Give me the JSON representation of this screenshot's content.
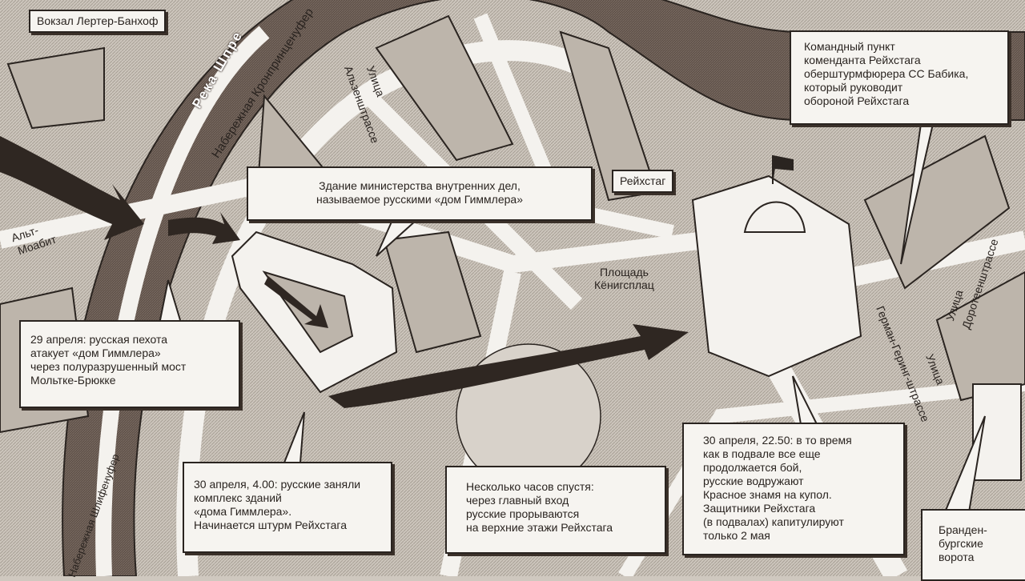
{
  "labels": {
    "station": "Вокзал Лертер-Банхоф",
    "river": "Река Шпре",
    "kronprinzenufer": "Набережная Кронпринценуфер",
    "alsen_1": "Улица",
    "alsen_2": "Альзенштрассе",
    "alt_moabit_1": "Альт-",
    "alt_moabit_2": "Моабит",
    "reichstag": "Рейхстаг",
    "koenigsplatz_1": "Площадь",
    "koenigsplatz_2": "Кёнигсплац",
    "dorotheen_1": "Улица",
    "dorotheen_2": "Доротеенштрассе",
    "goering_1": "Улица",
    "goering_2": "Герман-Геринг-штрассе",
    "schlieffenufer": "Набережная Шлифенуфер",
    "brandenburg": [
      "Бранден-",
      "бургские",
      "ворота"
    ]
  },
  "callouts": {
    "ministry": [
      "Здание министерства внутренних дел,",
      "называемое русскими «дом Гиммлера»"
    ],
    "command_post": [
      "Командный пункт",
      "коменданта Рейхстага",
      "оберштурмфюрера СС Бабика,",
      "который руководит",
      "обороной Рейхстага"
    ],
    "april29": [
      "29 апреля: русская пехота",
      "атакует «дом Гиммлера»",
      "через полуразрушенный мост",
      "Мольтке-Брюкке"
    ],
    "april30_0400": [
      "30 апреля, 4.00: русские заняли",
      "комплекс зданий",
      "«дома Гиммлера».",
      "Начинается штурм Рейхстага"
    ],
    "hours_later": [
      "Несколько часов спустя:",
      "через главный вход",
      "русские прорываются",
      "на верхние этажи Рейхстага"
    ],
    "april30_2250": [
      "30 апреля, 22.50: в то время",
      "как в подвале все еще",
      "продолжается бой,",
      "русские водружают",
      "Красное знамя на купол.",
      "Защитники Рейхстага",
      "(в подвалах) капитулируют",
      "только 2 мая"
    ]
  },
  "colors": {
    "river": "#5a4c44",
    "ground": "#cfc8bf",
    "road": "#f4f2ee",
    "ink": "#2a2420"
  }
}
